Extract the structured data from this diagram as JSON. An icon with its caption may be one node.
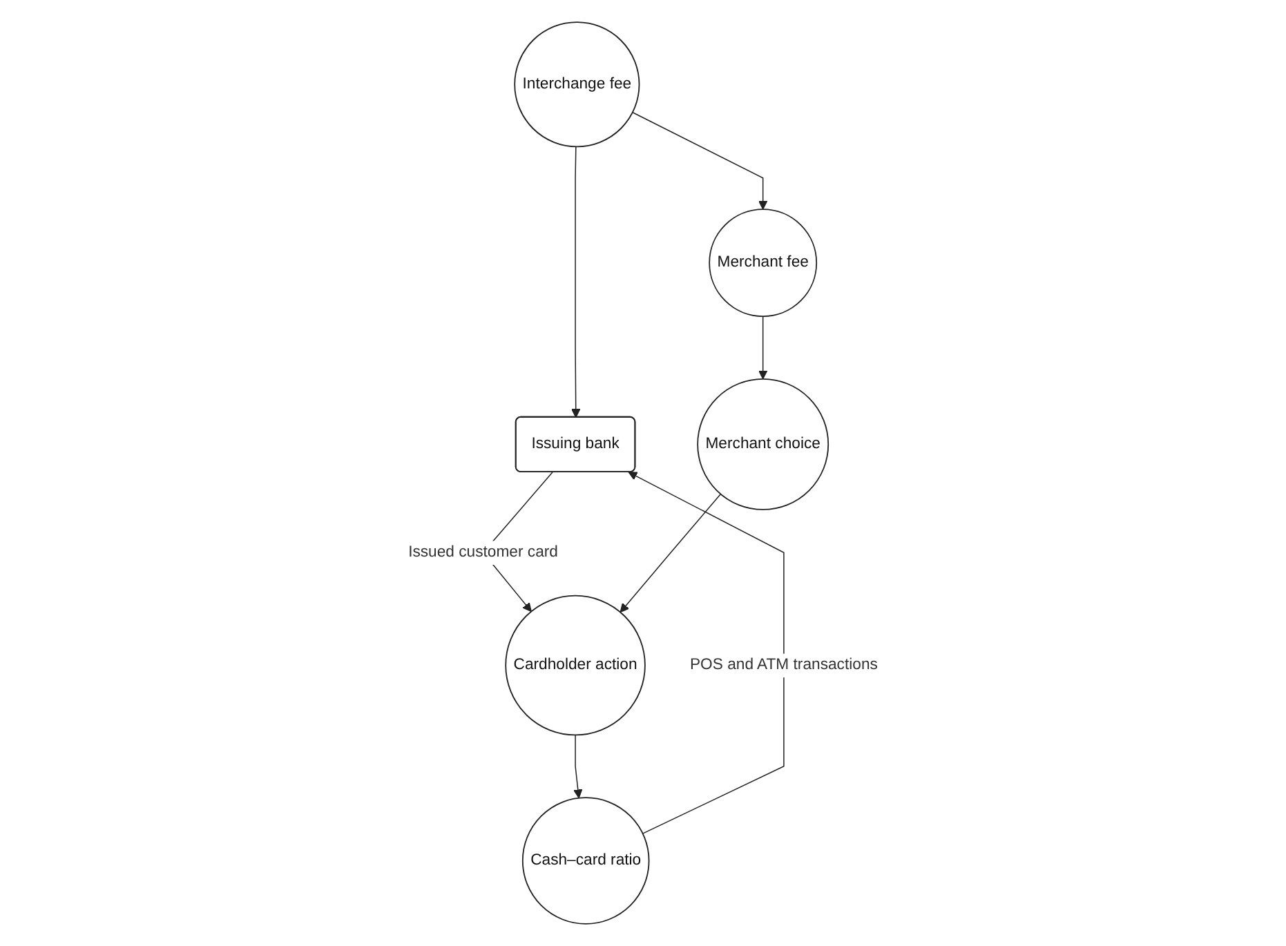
{
  "diagram": {
    "nodes": [
      {
        "text": [
          "Issuing bank"
        ]
      },
      {
        "text": [
          "Interchange fee"
        ]
      },
      {
        "text": [
          "Cardholder action"
        ]
      },
      {
        "text": [
          "Cash–card ratio"
        ]
      },
      {
        "text": [
          "Merchant fee"
        ]
      },
      {
        "text": [
          "Merchant choice"
        ]
      }
    ],
    "edges": [
      {
        "from": 1,
        "to": 0,
        "arrow": "to"
      },
      {
        "from": 0,
        "to": 2,
        "arrow": "to",
        "label": "Issued customer card"
      },
      {
        "from": 3,
        "to": 0,
        "arrow": "to",
        "label": "POS and ATM transactions"
      },
      {
        "from": 2,
        "to": 3,
        "arrow": "to"
      },
      {
        "from": 1,
        "to": 4,
        "arrow": "to"
      },
      {
        "from": 4,
        "to": 5,
        "arrow": "to"
      },
      {
        "from": 5,
        "to": 2,
        "arrow": "to"
      }
    ]
  }
}
